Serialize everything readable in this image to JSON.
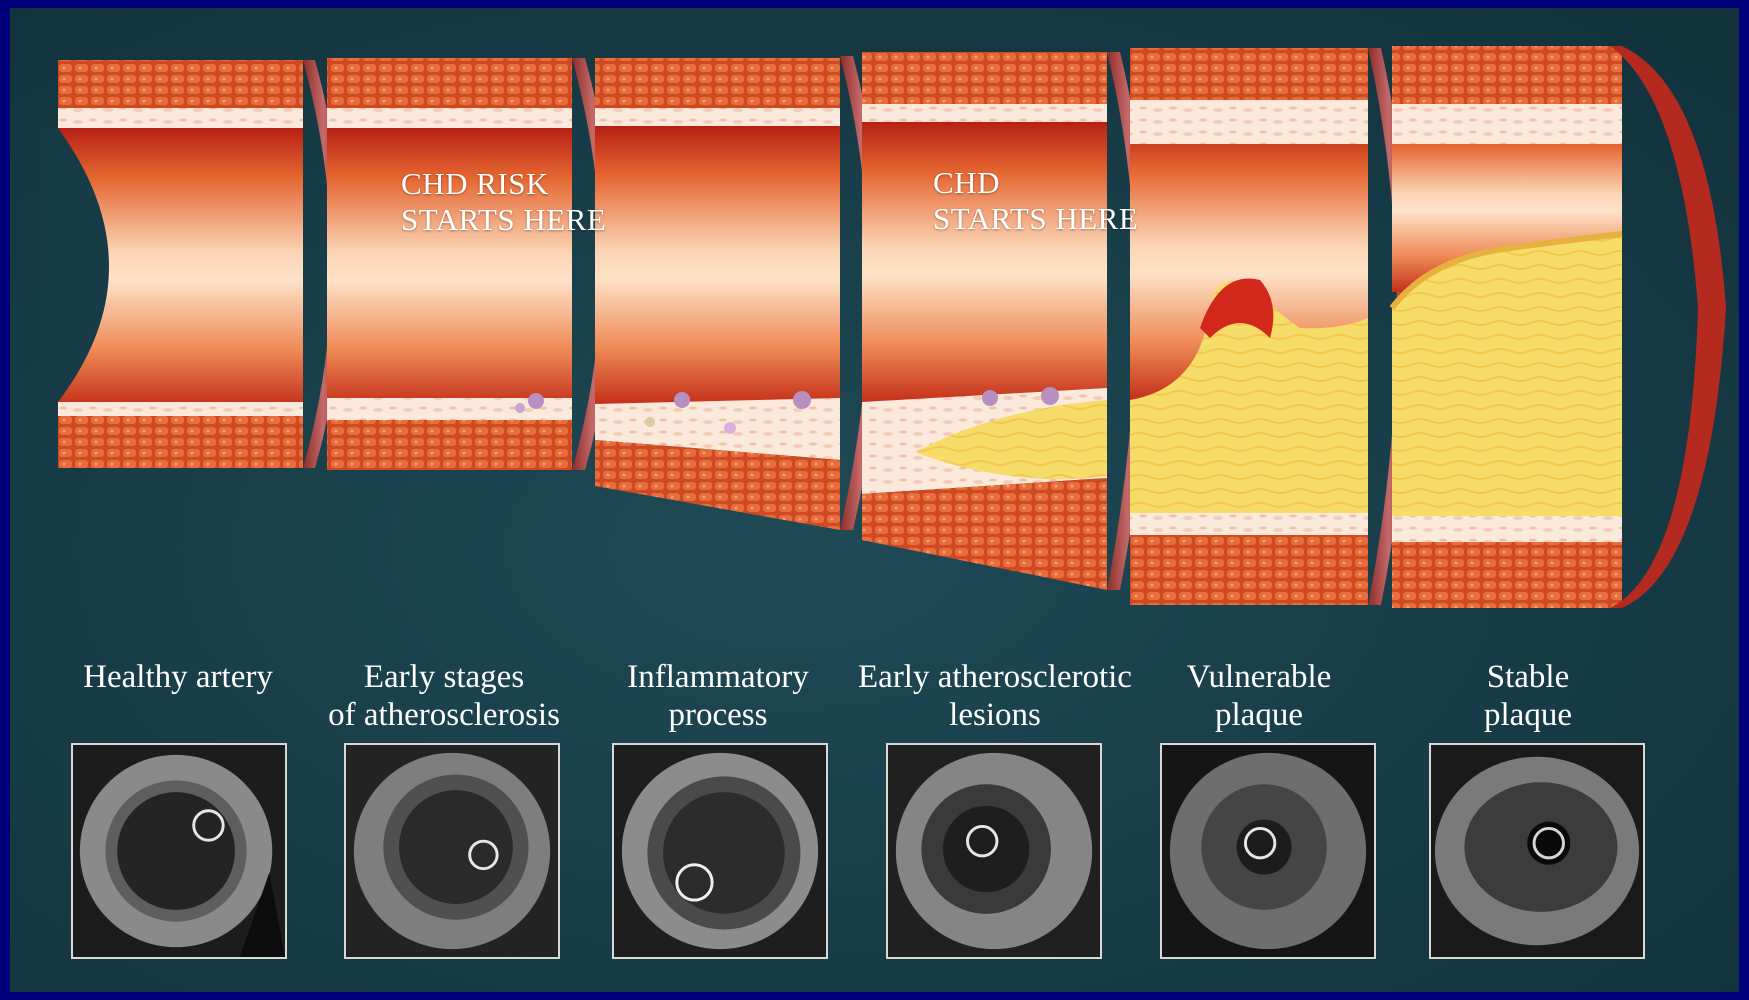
{
  "callouts": {
    "risk": {
      "line1": "CHD RISK",
      "line2": "STARTS HERE"
    },
    "chd": {
      "line1": "CHD",
      "line2": "STARTS HERE"
    }
  },
  "stages": [
    {
      "line1": "Healthy artery",
      "line2": ""
    },
    {
      "line1": "Early stages",
      "line2": "of atherosclerosis"
    },
    {
      "line1": "Inflammatory",
      "line2": "process"
    },
    {
      "line1": "Early atherosclerotic",
      "line2": "lesions"
    },
    {
      "line1": "Vulnerable",
      "line2": "plaque"
    },
    {
      "line1": "Stable",
      "line2": "plaque"
    }
  ],
  "colors": {
    "frame": "#00007a",
    "background": "#173c47",
    "muscle": "#cf4a22",
    "lumen": "#f3a176",
    "plaque": "#f6dd6a",
    "text": "#ffffff"
  }
}
